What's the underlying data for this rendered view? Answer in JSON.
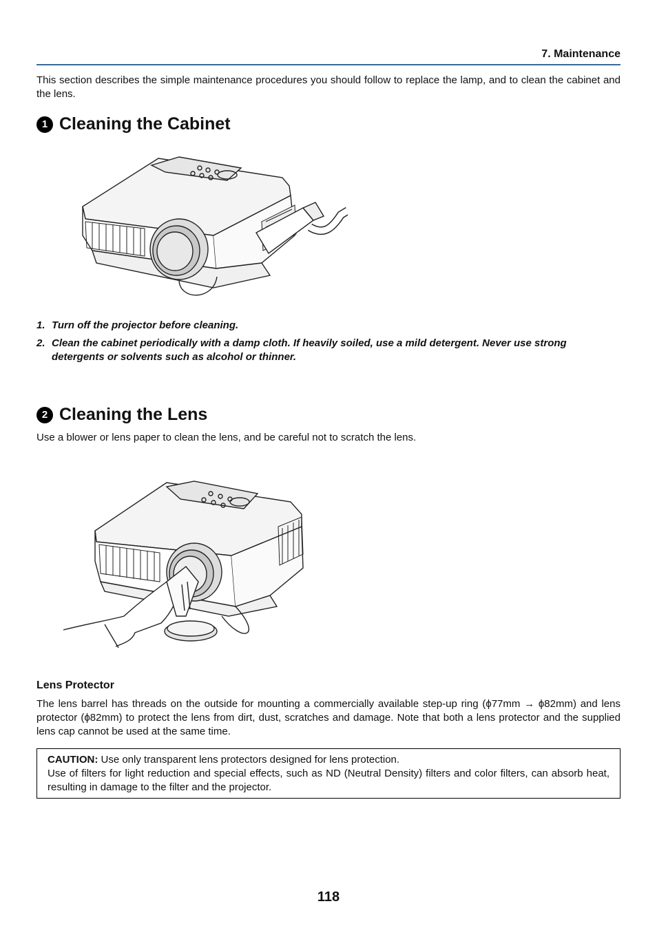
{
  "header": {
    "title": "7. Maintenance"
  },
  "intro": "This section describes the simple maintenance procedures you should follow to replace the lamp, and to clean the cabinet and the lens.",
  "section1": {
    "number": "1",
    "title": "Cleaning the Cabinet",
    "steps": [
      {
        "num": "1.",
        "text": "Turn off the projector before cleaning."
      },
      {
        "num": "2.",
        "text": "Clean the cabinet periodically with a damp cloth. If heavily soiled, use a mild detergent. Never use strong detergents or solvents such as alcohol or thinner."
      }
    ]
  },
  "section2": {
    "number": "2",
    "title": "Cleaning the Lens",
    "intro": "Use a blower or lens paper to clean the lens, and be careful not to scratch the lens."
  },
  "lens_protector": {
    "heading": "Lens Protector",
    "body": "The lens barrel has threads on the outside for mounting a commercially available step-up ring (ϕ77mm → ϕ82mm) and lens protector (ϕ82mm) to protect the lens from dirt, dust, scratches and damage. Note that both a lens protector and the supplied lens cap cannot be used at the same time."
  },
  "caution": {
    "label": "CAUTION:",
    "line1": " Use only transparent lens protectors designed for lens protection.",
    "line2": "Use of filters for light reduction and special effects, such as ND (Neutral Density) filters and color filters, can absorb heat, resulting in damage to the filter and the projector."
  },
  "page_number": "118"
}
